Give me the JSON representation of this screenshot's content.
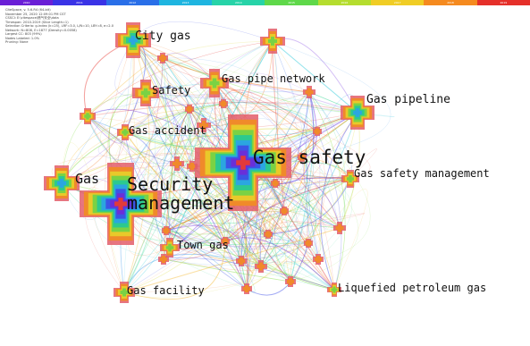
{
  "timeline": {
    "years": [
      "2010",
      "2011",
      "2012",
      "2013",
      "2014",
      "2015",
      "2016",
      "2017",
      "2018",
      "2019"
    ],
    "colors": [
      "#6a1fd6",
      "#3a33e6",
      "#2a6fe8",
      "#1fb5e0",
      "#27d3a8",
      "#5fd84a",
      "#b5dd2f",
      "#f0cd25",
      "#f58a1f",
      "#e5302a"
    ]
  },
  "meta": {
    "lines": [
      "CiteSpace, v. 5.6.R4 (64-bit)",
      "November 25, 2020 12:09:01 PM CST",
      "CSSCI: E:\\citespace\\燃气安全\\data",
      "Timespan: 2010-2019 (Slice Length=1)",
      "Selection Criteria: g-index (k=25), LRF=3.0, L/N=10, LBY=8, e=2.0",
      "Network: N=808, E=1877 (Density=0.0058)",
      "Largest CC: 803 (99%)",
      "Nodes Labeled: 1.0%",
      "Pruning: None"
    ]
  },
  "keywords": [
    {
      "id": "kw-gas-safety",
      "label": "Gas safety",
      "size": "large"
    },
    {
      "id": "kw-security-management",
      "label": "Security\nmanagement",
      "size": "large"
    },
    {
      "id": "kw-gas",
      "label": "Gas",
      "size": "medium"
    },
    {
      "id": "kw-city-gas",
      "label": "City gas",
      "size": "medium"
    },
    {
      "id": "kw-gas-pipeline",
      "label": "Gas pipeline",
      "size": "medium"
    },
    {
      "id": "kw-gas-pipe-network",
      "label": "Gas pipe network",
      "size": "small"
    },
    {
      "id": "kw-safety",
      "label": "Safety",
      "size": "small"
    },
    {
      "id": "kw-gas-accident",
      "label": "Gas accident",
      "size": "small"
    },
    {
      "id": "kw-gas-safety-management",
      "label": "Gas safety management",
      "size": "small"
    },
    {
      "id": "kw-town-gas",
      "label": "Town gas",
      "size": "small"
    },
    {
      "id": "kw-gas-facility",
      "label": "Gas facility",
      "size": "small"
    },
    {
      "id": "kw-liquefied-petroleum-gas",
      "label": "Liquefied petroleum gas",
      "size": "small"
    }
  ]
}
